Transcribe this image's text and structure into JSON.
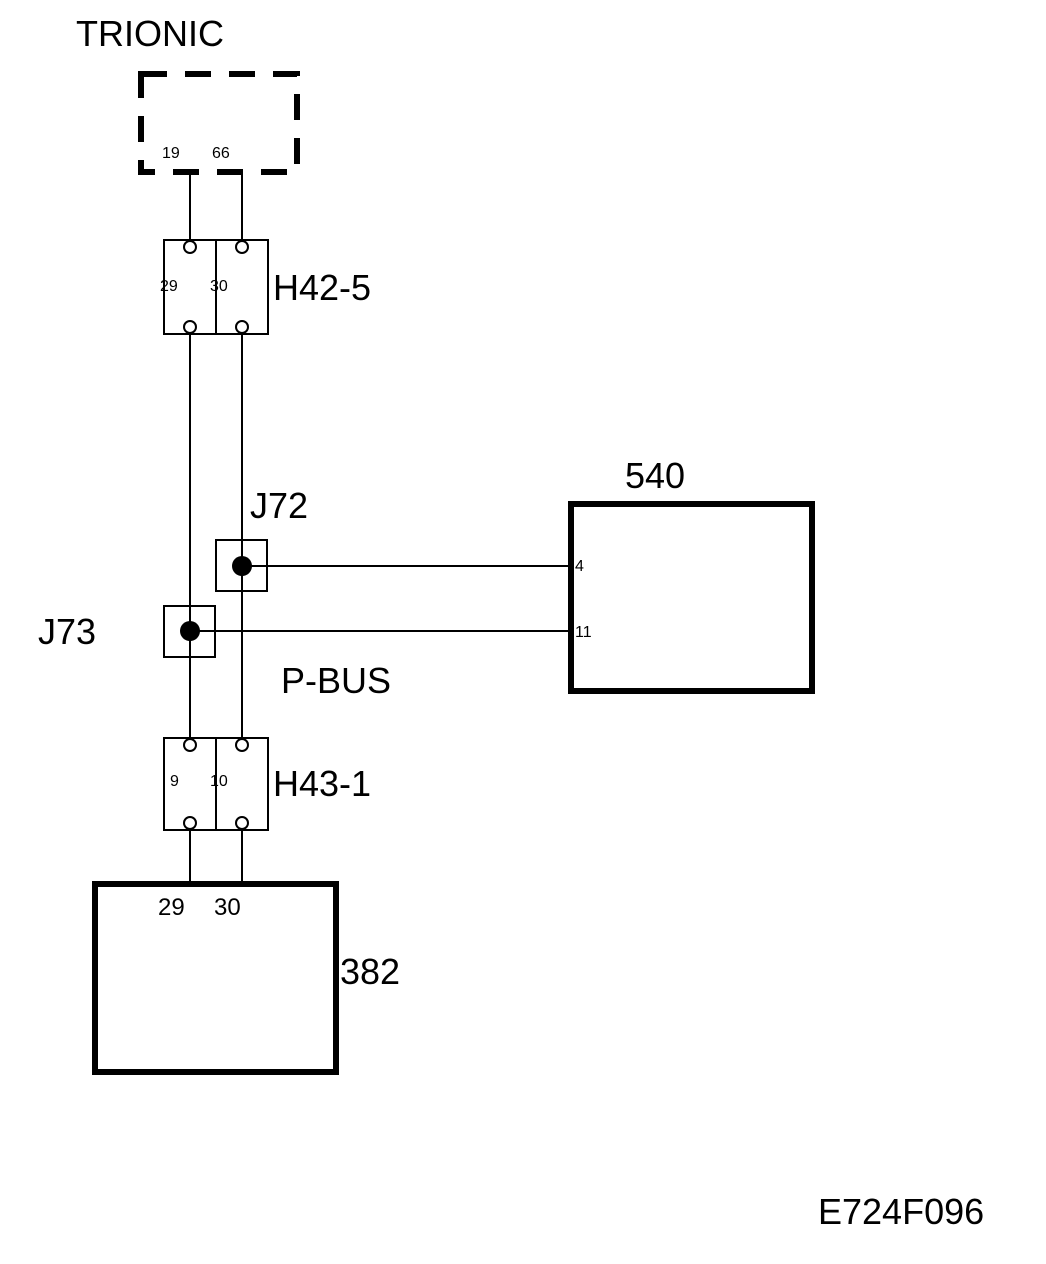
{
  "trionic": {
    "title": "TRIONIC",
    "pin_a": "19",
    "pin_b": "66"
  },
  "connector_h42": {
    "label": "H42-5",
    "pin_a": "29",
    "pin_b": "30"
  },
  "junction_j72": {
    "label": "J72"
  },
  "junction_j73": {
    "label": "J73"
  },
  "module_540": {
    "label": "540",
    "pin_top": "4",
    "pin_bottom": "11"
  },
  "bus": {
    "label": "P-BUS"
  },
  "connector_h43": {
    "label": "H43-1",
    "pin_a": "9",
    "pin_b": "10"
  },
  "module_382": {
    "label": "382",
    "pin_a": "29",
    "pin_b": "30"
  },
  "figure_code": "E724F096"
}
